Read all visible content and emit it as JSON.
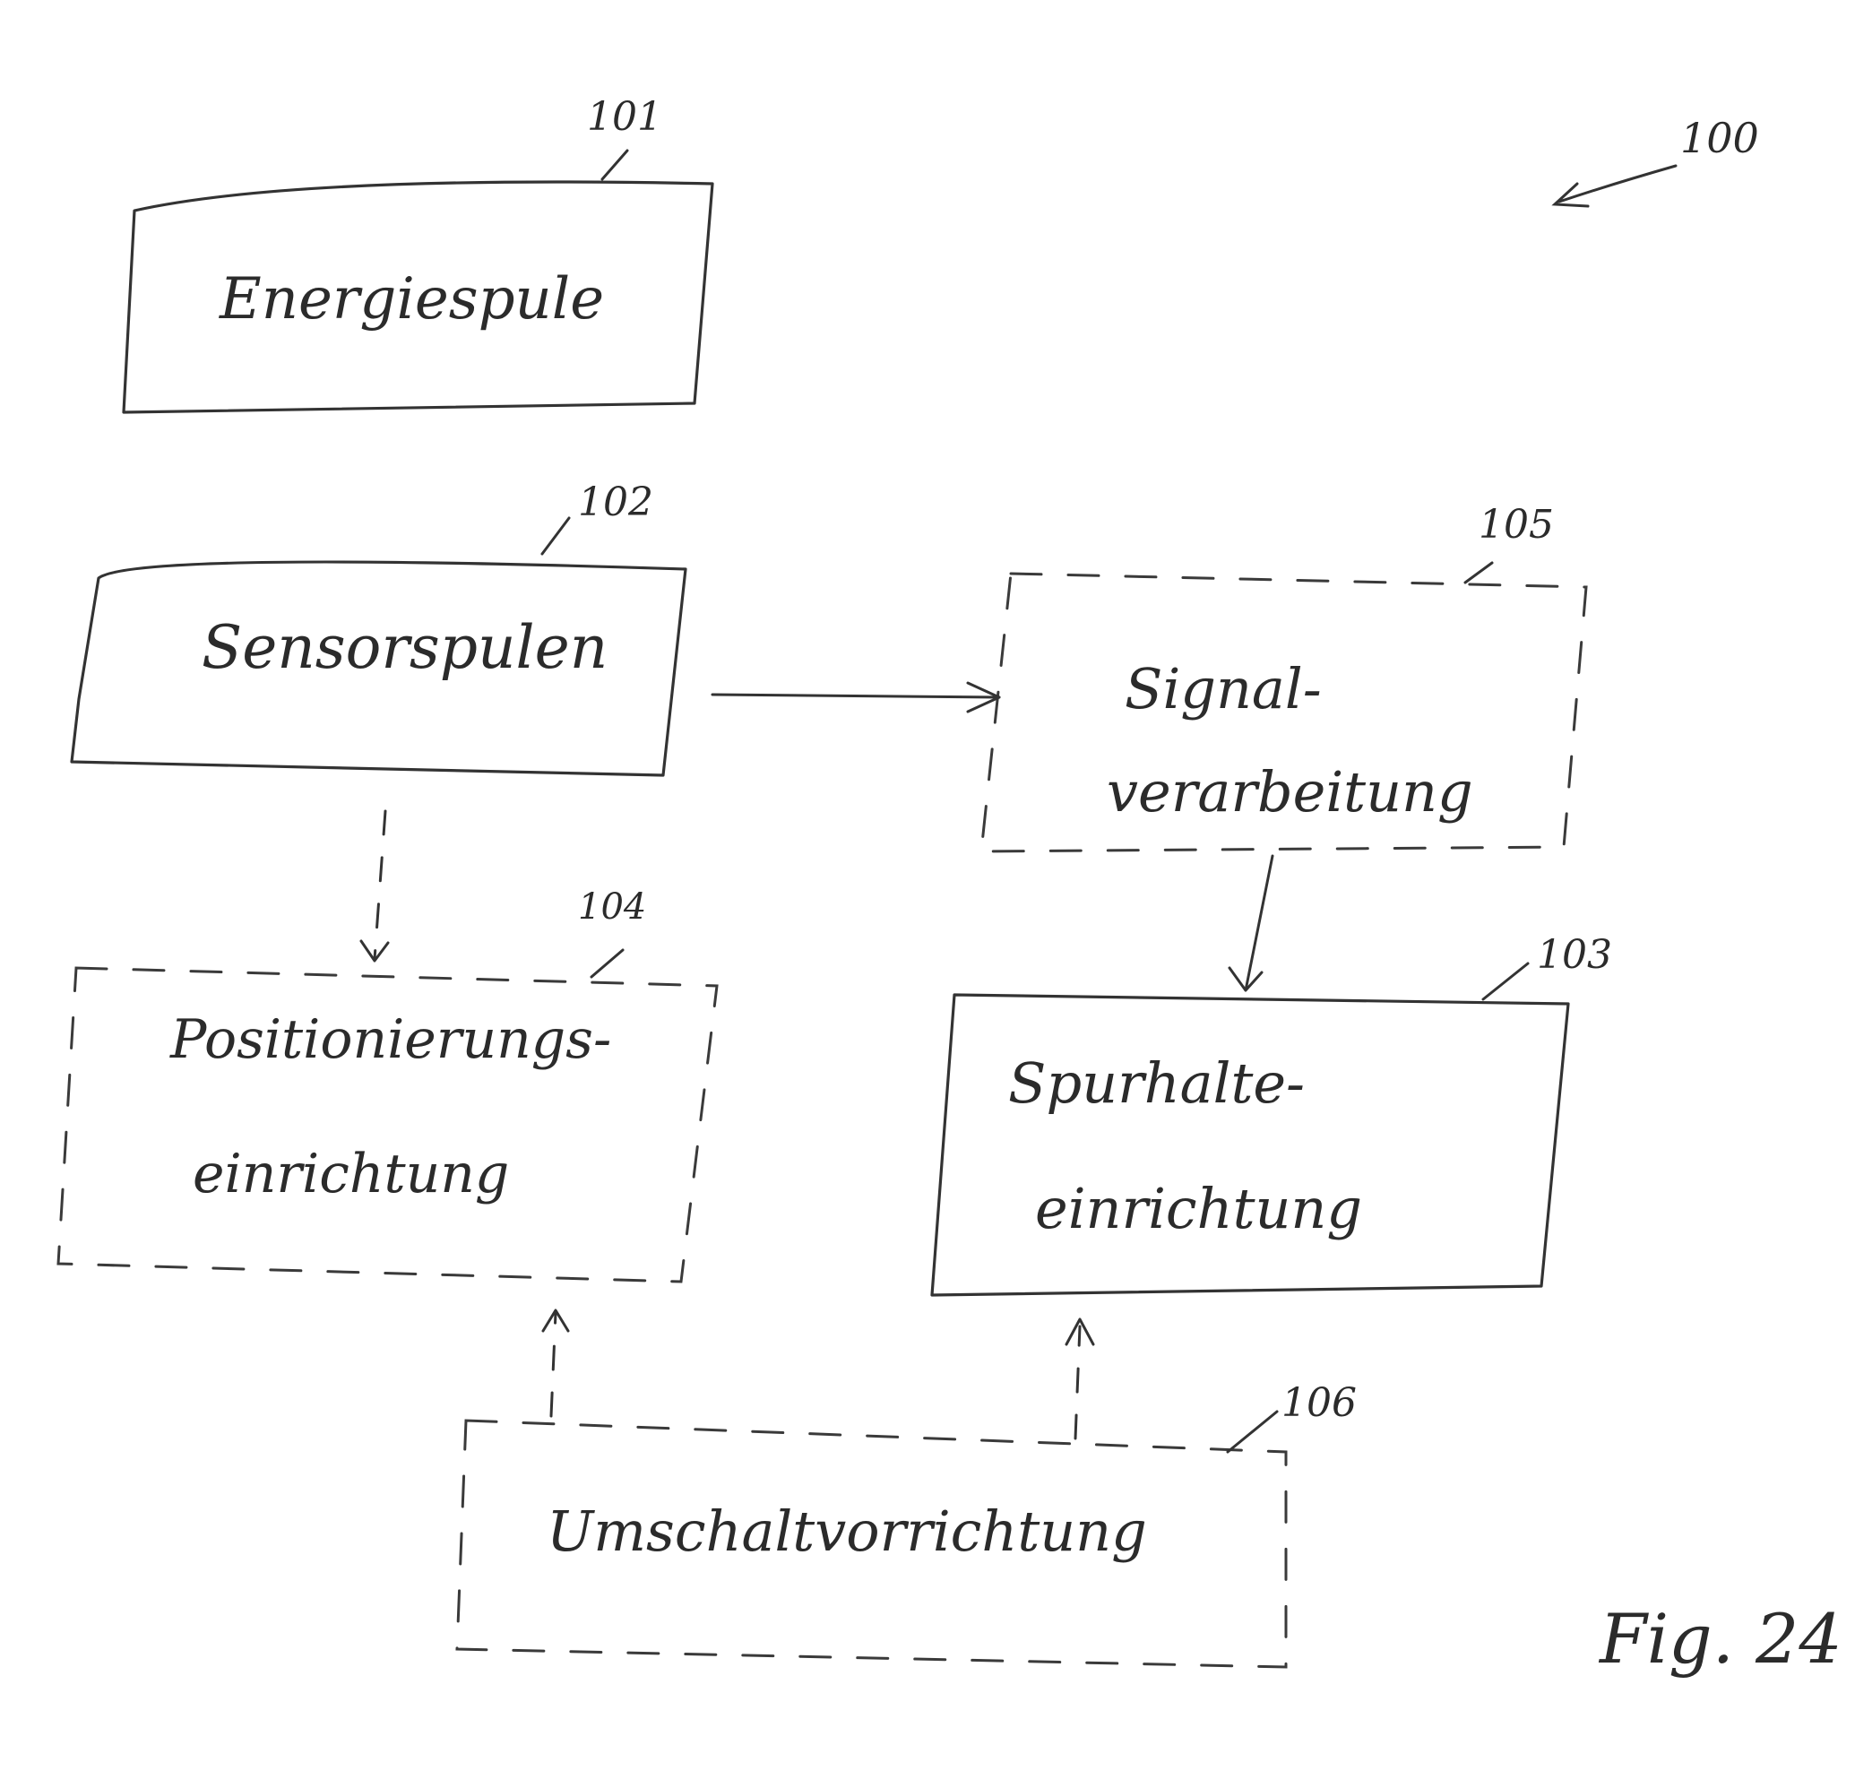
{
  "figure": {
    "system_ref": "100",
    "fig_label": "Fig. 24"
  },
  "blocks": {
    "energy_coil": {
      "ref": "101",
      "line1": "Energiespule",
      "line2": ""
    },
    "sensor_coils": {
      "ref": "102",
      "line1": "Sensorspulen",
      "line2": ""
    },
    "lane_keeping": {
      "ref": "103",
      "line1": "Spurhalte-",
      "line2": "einrichtung"
    },
    "positioning": {
      "ref": "104",
      "line1": "Positionierungs-",
      "line2": "einrichtung"
    },
    "signal_processing": {
      "ref": "105",
      "line1": "Signal-",
      "line2": "verarbeitung"
    },
    "switching": {
      "ref": "106",
      "line1": "Umschaltvorrichtung",
      "line2": ""
    }
  }
}
